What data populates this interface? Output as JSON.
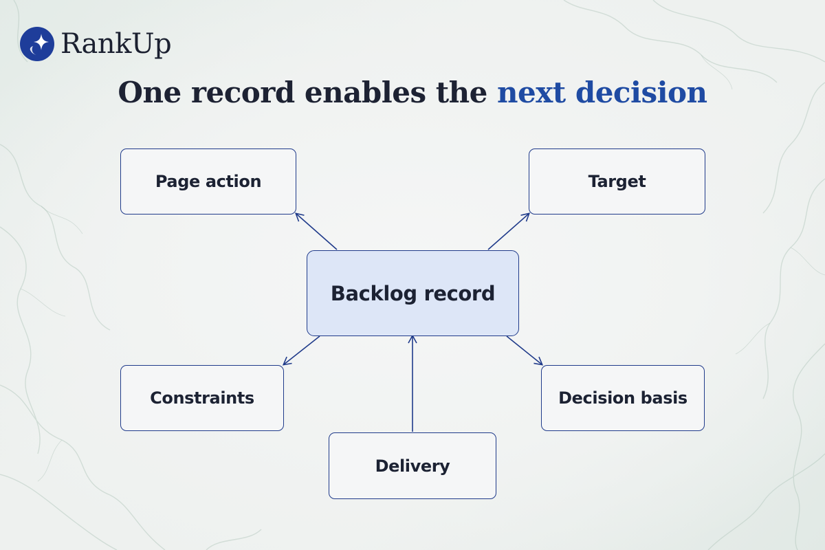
{
  "brand": {
    "logo_icon": "sparkle-circle-logo",
    "name": "RankUp"
  },
  "title": {
    "lead": "One record enables the ",
    "accent": "next decision"
  },
  "diagram": {
    "center": "Backlog record",
    "nodes": {
      "page_action": "Page action",
      "target": "Target",
      "constraints": "Constraints",
      "decision_basis": "Decision basis",
      "delivery": "Delivery"
    }
  },
  "colors": {
    "accent": "#1f4ba3",
    "border": "#1f3a8a",
    "center_fill": "#dde6f7",
    "text": "#1c2233"
  }
}
